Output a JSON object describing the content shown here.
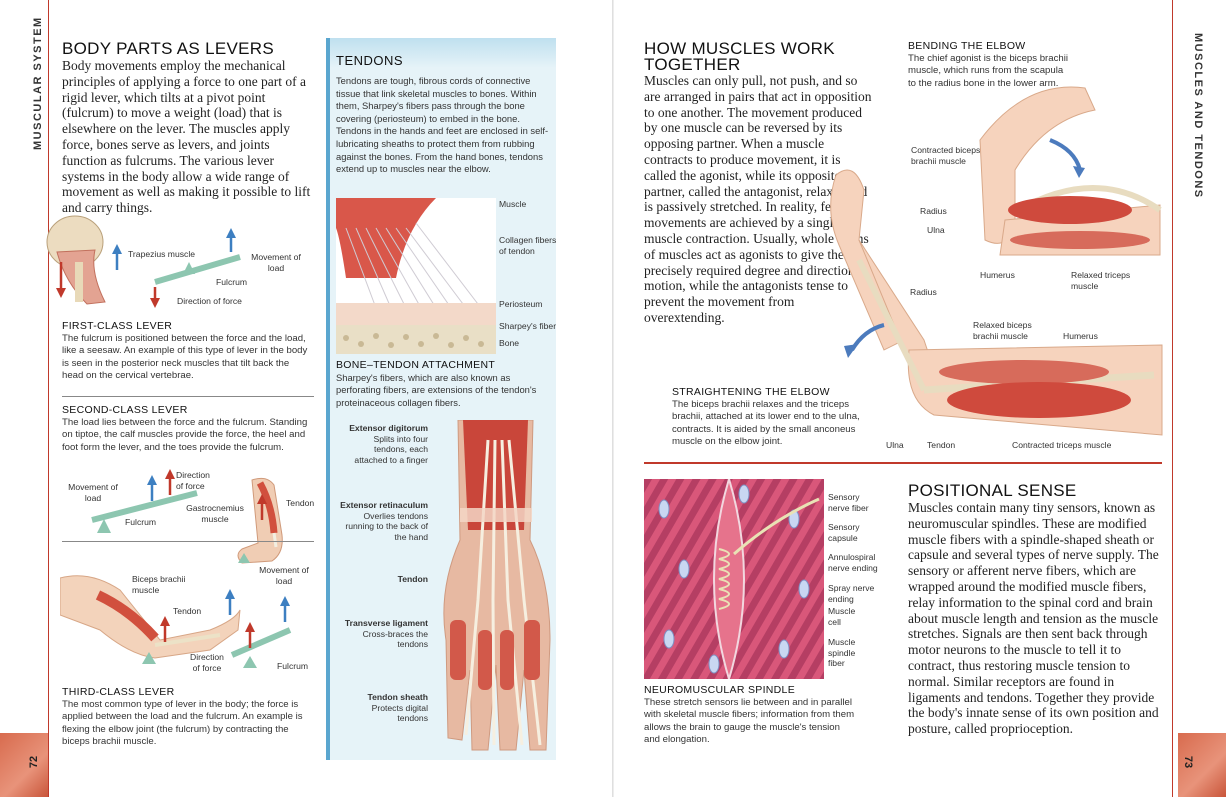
{
  "left_page": {
    "side_label": "MUSCULAR SYSTEM",
    "page_number": "72",
    "levers": {
      "title": "BODY PARTS AS LEVERS",
      "intro": "Body movements employ the mechanical principles of applying a force to one part of a rigid lever, which tilts at a pivot point (fulcrum) to move a weight (load) that is elsewhere on the lever. The muscles apply force, bones serve as levers, and joints function as fulcrums. The various lever systems in the body allow a wide range of movement as well as making it possible to lift and carry things.",
      "first": {
        "heading": "FIRST-CLASS LEVER",
        "text": "The fulcrum is positioned between the force and the load, like a seesaw. An example of this type of lever in the body is seen in the posterior neck muscles that tilt back the head on the cervical vertebrae.",
        "labels": {
          "trapezius": "Trapezius muscle",
          "movement": "Movement of load",
          "fulcrum": "Fulcrum",
          "force": "Direction of force"
        }
      },
      "second": {
        "heading": "SECOND-CLASS LEVER",
        "text": "The load lies between the force and the fulcrum. Standing on tiptoe, the calf muscles provide the force, the heel and foot form the lever, and the toes provide the fulcrum.",
        "labels": {
          "movement": "Movement of load",
          "force": "Direction of force",
          "gastro": "Gastrocnemius muscle",
          "tendon": "Tendon",
          "fulcrum": "Fulcrum"
        }
      },
      "third": {
        "heading": "THIRD-CLASS LEVER",
        "text": "The most common type of lever in the body; the force is applied between the load and the fulcrum. An example is flexing the elbow joint (the fulcrum) by contracting the biceps brachii muscle.",
        "labels": {
          "biceps": "Biceps brachii muscle",
          "movement": "Movement of load",
          "tendon": "Tendon",
          "force": "Direction of force",
          "fulcrum": "Fulcrum"
        }
      }
    },
    "tendons": {
      "title": "TENDONS",
      "text": "Tendons are tough, fibrous cords of connective tissue that link skeletal muscles to bones. Within them, Sharpey's fibers pass through the bone covering (periosteum) to embed in the bone. Tendons in the hands and feet are enclosed in self-lubricating sheaths to protect them from rubbing against the bones. From the hand bones, tendons extend up to muscles near the elbow.",
      "attach_labels": {
        "muscle": "Muscle",
        "collagen": "Collagen fibers of tendon",
        "periosteum": "Periosteum",
        "sharpey": "Sharpey's fiber",
        "bone": "Bone"
      },
      "attach_heading": "BONE–TENDON ATTACHMENT",
      "attach_text": "Sharpey's fibers, which are also known as perforating fibers, are extensions of the tendon's proteinaceous collagen fibers.",
      "hand_labels": [
        {
          "title": "Extensor digitorum",
          "desc": "Splits into four tendons, each attached to a finger"
        },
        {
          "title": "Extensor retinaculum",
          "desc": "Overlies tendons running to the back of the hand"
        },
        {
          "title": "Tendon",
          "desc": ""
        },
        {
          "title": "Transverse ligament",
          "desc": "Cross-braces the tendons"
        },
        {
          "title": "Tendon sheath",
          "desc": "Protects digital tendons"
        }
      ]
    }
  },
  "right_page": {
    "side_label": "MUSCLES AND TENDONS",
    "page_number": "73",
    "how": {
      "title_line1": "HOW MUSCLES WORK",
      "title_line2": "TOGETHER",
      "text": "Muscles can only pull, not push, and so are arranged in pairs that act in opposition to one another. The movement produced by one muscle can be reversed by its opposing partner. When a muscle contracts to produce movement, it is called the agonist, while its opposite partner, called the antagonist, relaxes and is passively stretched. In reality, few movements are achieved by a single muscle contraction. Usually, whole teams of muscles act as agonists to give the precisely required degree and direction of motion, while the antagonists tense to prevent the movement from overextending."
    },
    "bending": {
      "heading": "BENDING THE ELBOW",
      "text": "The chief agonist is the biceps brachii muscle, which runs from the scapula to the radius bone in the lower arm.",
      "labels": {
        "contracted": "Contracted biceps brachii muscle",
        "radius": "Radius",
        "ulna": "Ulna",
        "humerus": "Humerus",
        "relaxed": "Relaxed triceps muscle"
      }
    },
    "straightening": {
      "heading": "STRAIGHTENING THE ELBOW",
      "text": "The biceps brachii relaxes and the triceps brachii, attached at its lower end to the ulna, contracts. It is aided by the small anconeus muscle on the elbow joint.",
      "labels": {
        "radius": "Radius",
        "relaxed": "Relaxed biceps brachii muscle",
        "humerus": "Humerus",
        "ulna": "Ulna",
        "tendon": "Tendon",
        "contracted": "Contracted triceps muscle"
      }
    },
    "spindle": {
      "labels": [
        "Sensory nerve fiber",
        "Sensory capsule",
        "Annulospiral nerve ending",
        "Spray nerve ending",
        "Muscle cell",
        "Muscle spindle fiber"
      ],
      "heading": "NEUROMUSCULAR SPINDLE",
      "text": "These stretch sensors lie between and in parallel with skeletal muscle fibers; information from them allows the brain to gauge the muscle's tension and elongation."
    },
    "positional": {
      "title": "POSITIONAL SENSE",
      "text": "Muscles contain many tiny sensors, known as neuromuscular spindles. These are modified muscle fibers with a spindle-shaped sheath or capsule and several types of nerve supply. The sensory or afferent nerve fibers, which are wrapped around the modified muscle fibers, relay information to the spinal cord and brain about muscle length and tension as the muscle stretches. Signals are then sent back through motor neurons to the muscle to tell it to contract, thus restoring muscle tension to normal. Similar receptors are found in ligaments and tendons. Together they provide the body's innate sense of its own position and posture, called proprioception."
    }
  }
}
